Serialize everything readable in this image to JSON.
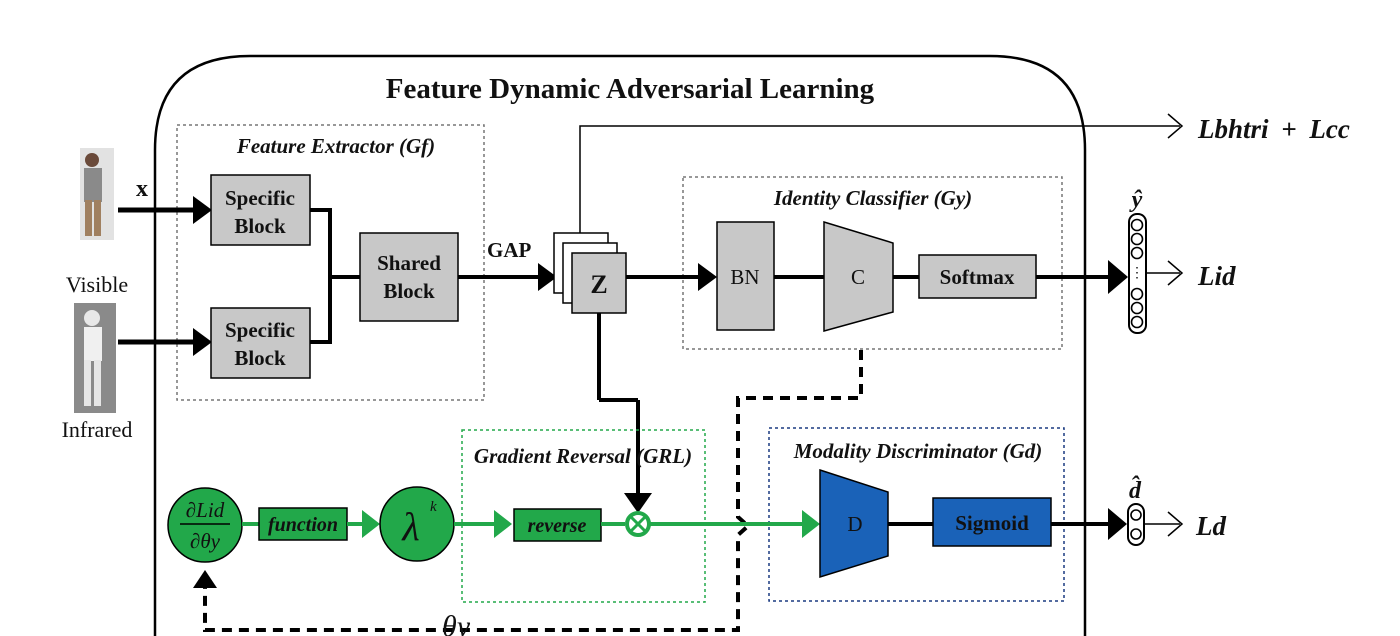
{
  "title": "Feature Dynamic Adversarial Learning",
  "inputs": {
    "visible_label": "Visible",
    "infrared_label": "Infrared",
    "x_label": "x"
  },
  "feature_extractor": {
    "title": "Feature Extractor (Gf)",
    "specific_top": [
      "Specific",
      "Block"
    ],
    "specific_bottom": [
      "Specific",
      "Block"
    ],
    "shared": [
      "Shared",
      "Block"
    ]
  },
  "gap_label": "GAP",
  "z_label": "Z",
  "identity_classifier": {
    "title": "Identity Classifier (Gy)",
    "bn": "BN",
    "c": "C",
    "softmax": "Softmax"
  },
  "gradient_reversal": {
    "title": "Gradient Reversal (GRL)",
    "reverse": "reverse"
  },
  "modality_discriminator": {
    "title": "Modality Discriminator (Gd)",
    "d": "D",
    "sigmoid": "Sigmoid"
  },
  "dynamic": {
    "derivative_num": "∂Lid",
    "derivative_den": "∂θy",
    "function": "function",
    "lambda": "λ",
    "lambda_sup": "k",
    "theta": "θy"
  },
  "outputs": {
    "y_hat": "ŷ",
    "d_hat": "d̂",
    "loss_tri_a": "Lbhtri",
    "loss_plus": "+",
    "loss_tri_b": "Lcc",
    "loss_id": "Lid",
    "loss_d": "Ld"
  },
  "colors": {
    "gray_block": "#c8c8c8",
    "green": "#22a84a",
    "green_dark": "#1a7a34",
    "blue": "#1a62b8",
    "black": "#000000"
  }
}
